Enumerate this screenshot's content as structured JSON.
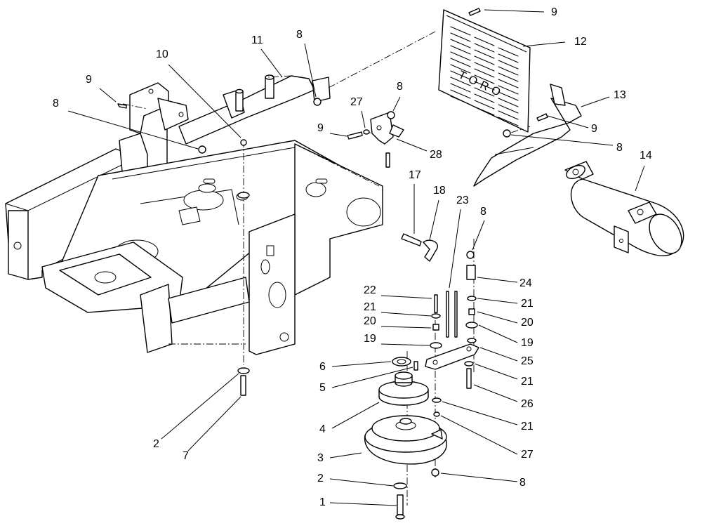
{
  "callouts": [
    {
      "id": "c9a",
      "text": "9"
    },
    {
      "id": "c12",
      "text": "12"
    },
    {
      "id": "c11",
      "text": "11"
    },
    {
      "id": "c8a",
      "text": "8"
    },
    {
      "id": "c10",
      "text": "10"
    },
    {
      "id": "c9b",
      "text": "9"
    },
    {
      "id": "c8b",
      "text": "8"
    },
    {
      "id": "c27a",
      "text": "27"
    },
    {
      "id": "c8c",
      "text": "8"
    },
    {
      "id": "c13",
      "text": "13"
    },
    {
      "id": "c9c",
      "text": "9"
    },
    {
      "id": "c9d",
      "text": "9"
    },
    {
      "id": "c28",
      "text": "28"
    },
    {
      "id": "c8d",
      "text": "8"
    },
    {
      "id": "c14",
      "text": "14"
    },
    {
      "id": "c17",
      "text": "17"
    },
    {
      "id": "c18",
      "text": "18"
    },
    {
      "id": "c23",
      "text": "23"
    },
    {
      "id": "c8e",
      "text": "8"
    },
    {
      "id": "c24",
      "text": "24"
    },
    {
      "id": "c22",
      "text": "22"
    },
    {
      "id": "c21a",
      "text": "21"
    },
    {
      "id": "c21b",
      "text": "21"
    },
    {
      "id": "c20a",
      "text": "20"
    },
    {
      "id": "c20b",
      "text": "20"
    },
    {
      "id": "c19a",
      "text": "19"
    },
    {
      "id": "c19b",
      "text": "19"
    },
    {
      "id": "c25",
      "text": "25"
    },
    {
      "id": "c6",
      "text": "6"
    },
    {
      "id": "c21c",
      "text": "21"
    },
    {
      "id": "c5",
      "text": "5"
    },
    {
      "id": "c26",
      "text": "26"
    },
    {
      "id": "c4",
      "text": "4"
    },
    {
      "id": "c21d",
      "text": "21"
    },
    {
      "id": "c2a",
      "text": "2"
    },
    {
      "id": "c27b",
      "text": "27"
    },
    {
      "id": "c7",
      "text": "7"
    },
    {
      "id": "c3",
      "text": "3"
    },
    {
      "id": "c8f",
      "text": "8"
    },
    {
      "id": "c2b",
      "text": "2"
    },
    {
      "id": "c1",
      "text": "1"
    }
  ],
  "colors": {
    "line": "#000000",
    "background": "#ffffff"
  }
}
